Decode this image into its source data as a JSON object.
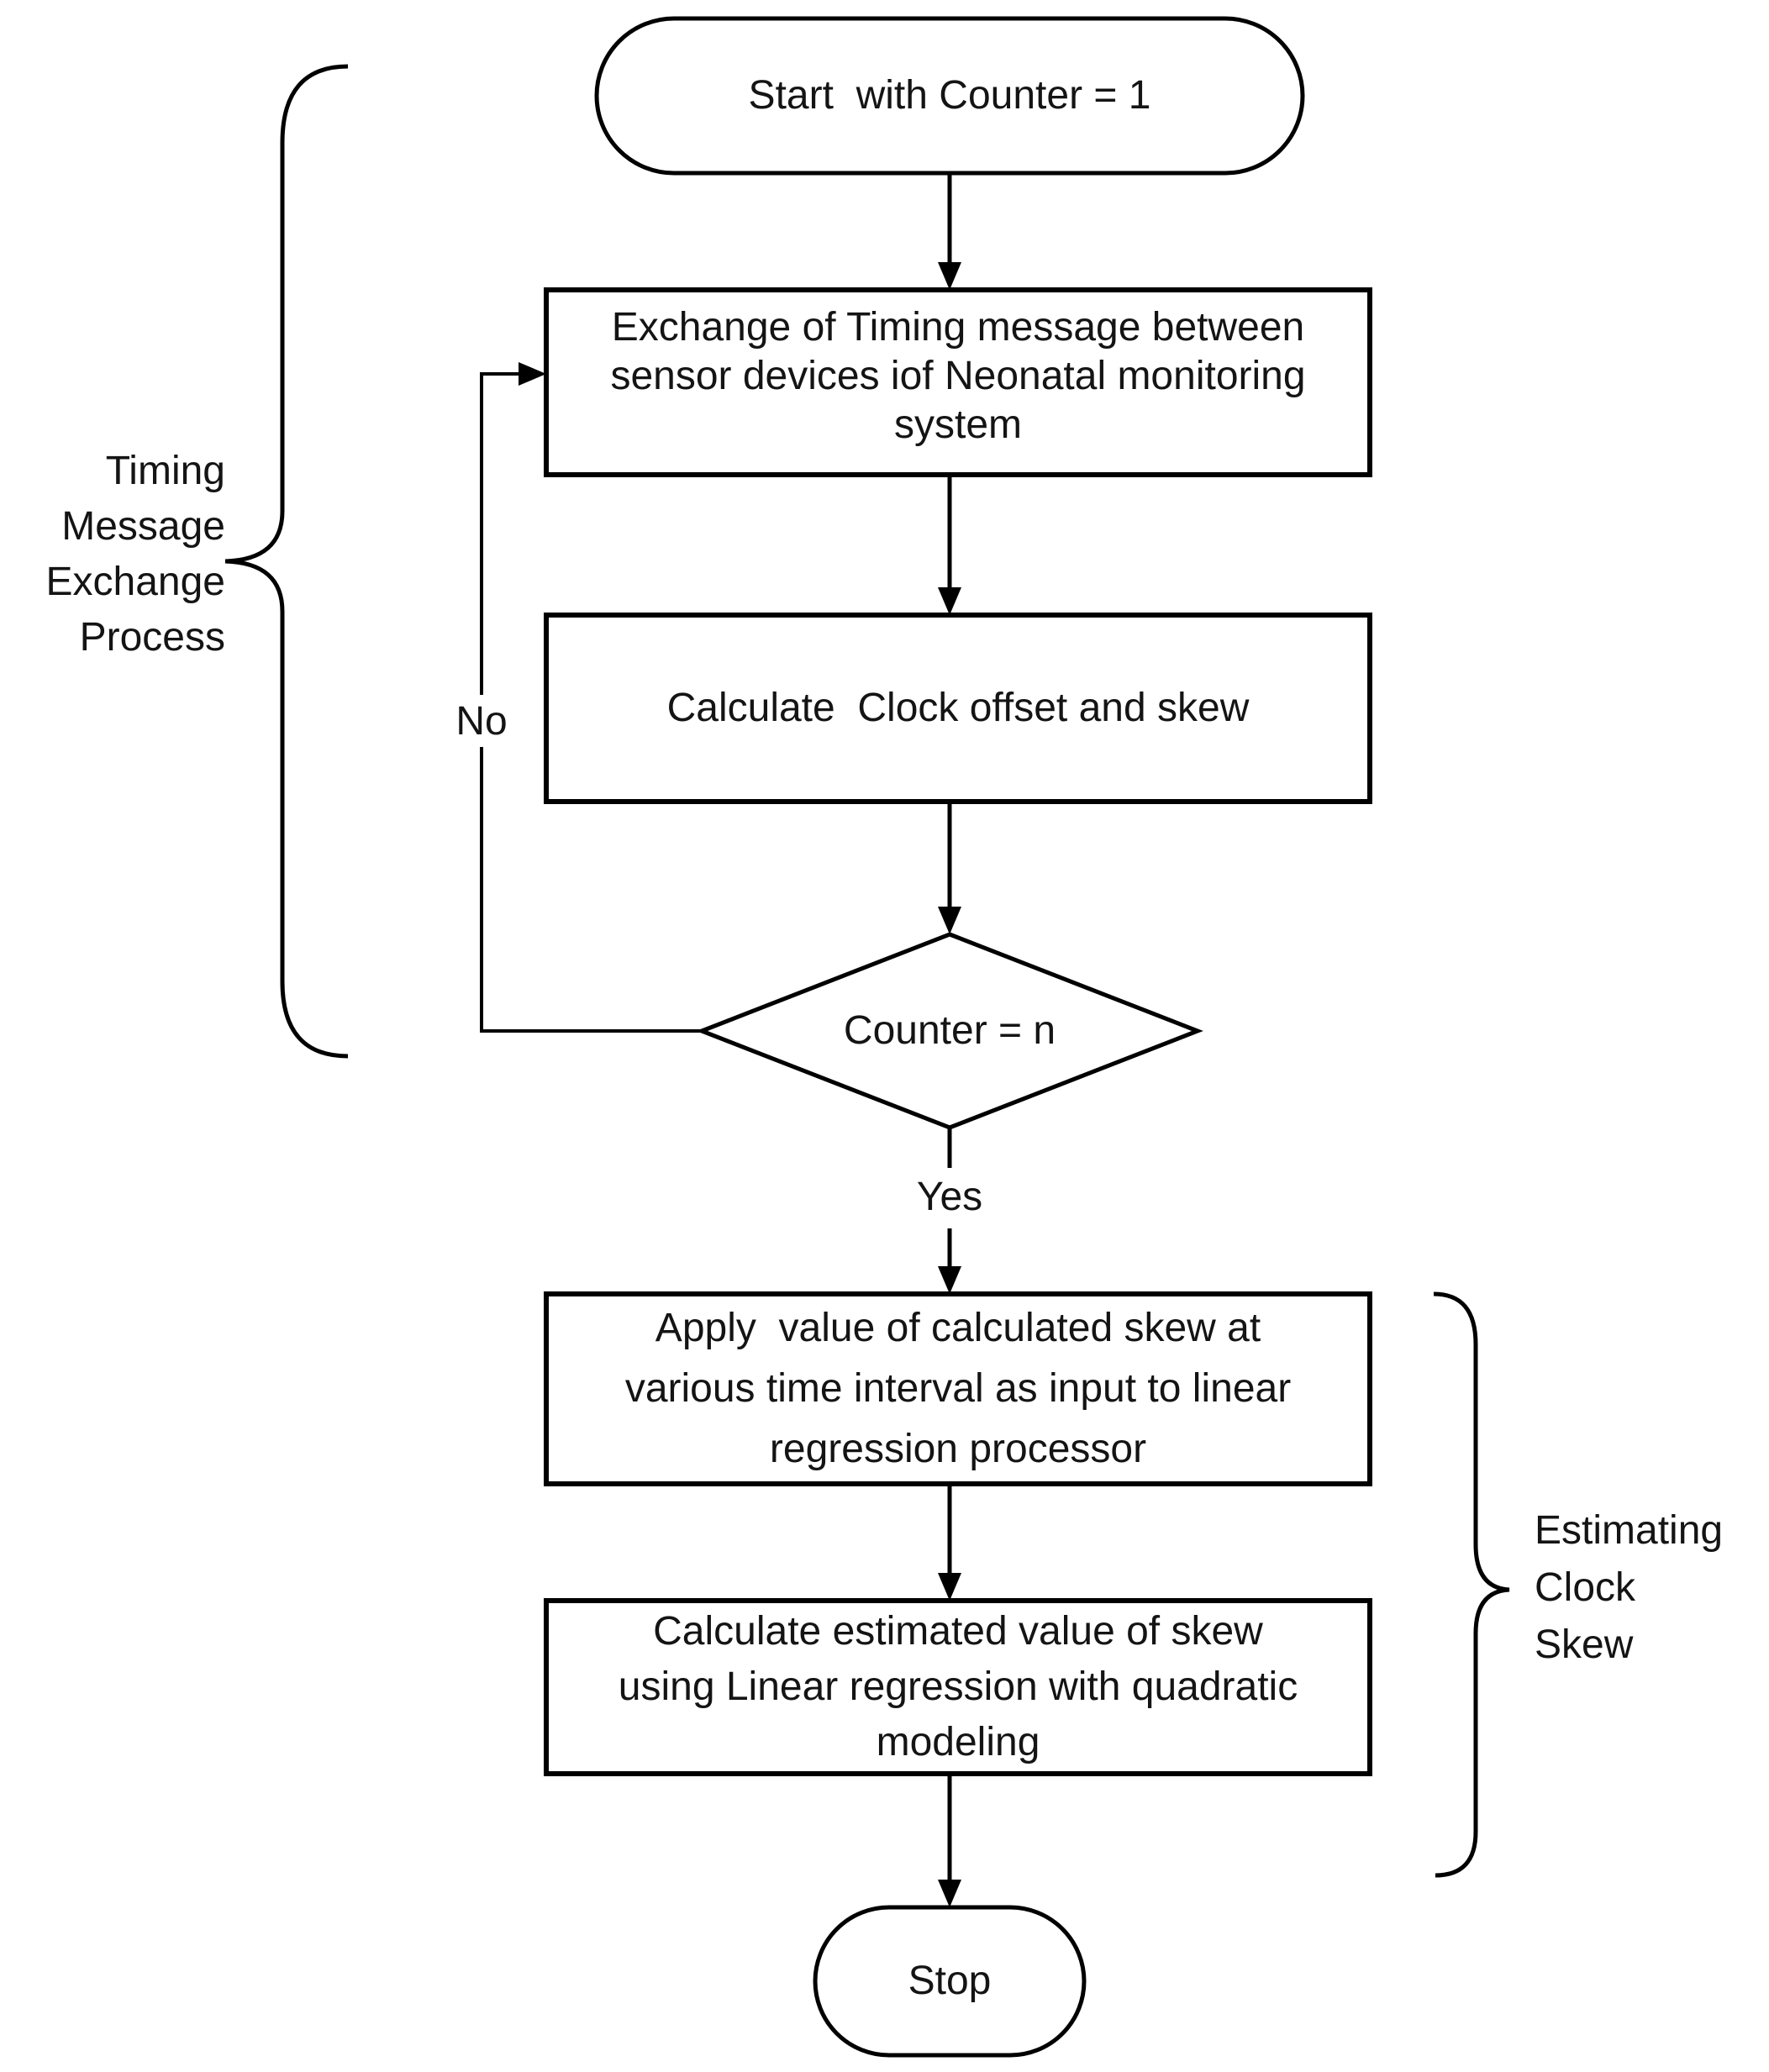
{
  "flowchart": {
    "nodes": {
      "start": {
        "type": "terminator",
        "label": "Start  with Counter = 1"
      },
      "exchange_timing": {
        "type": "process",
        "label": "Exchange of Timing message between\nsensor devices iof Neonatal monitoring\nsystem"
      },
      "calculate_offset": {
        "type": "process",
        "label": "Calculate  Clock offset and skew"
      },
      "counter_check": {
        "type": "decision",
        "label": "Counter = n"
      },
      "apply_skew": {
        "type": "process",
        "label": "Apply  value of calculated skew at\nvarious time interval as input to linear\nregression processor"
      },
      "estimate_skew": {
        "type": "process",
        "label": "Calculate estimated value of skew\nusing Linear regression with quadratic\nmodeling"
      },
      "stop": {
        "type": "terminator",
        "label": "Stop"
      }
    },
    "edge_labels": {
      "no": "No",
      "yes": "Yes"
    },
    "annotations": {
      "timing_group": "Timing\nMessage\nExchange\nProcess",
      "estimating_group": "Estimating\nClock\nSkew"
    },
    "colors": {
      "stroke": "#000000",
      "text": "#141414",
      "background": "#ffffff"
    }
  }
}
